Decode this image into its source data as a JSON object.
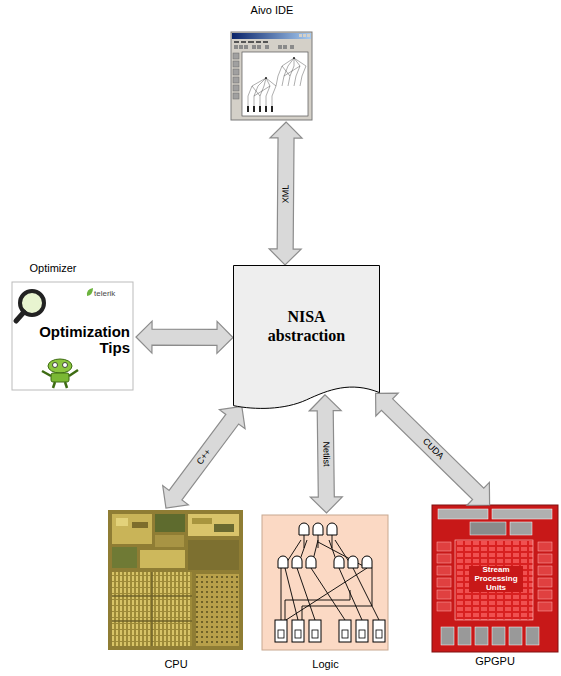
{
  "diagram": {
    "nodes": [
      {
        "text": [
          "Aivo IDE"
        ]
      },
      {
        "text": [
          "Optimizer",
          "telerik",
          "Optimization Tips"
        ]
      },
      {
        "text": [
          "NISA abstraction"
        ]
      },
      {
        "text": [
          "CPU"
        ]
      },
      {
        "text": [
          "Logic"
        ]
      },
      {
        "text": [
          "GPGPU",
          "Stream Processing Units"
        ]
      }
    ],
    "edges": [
      {
        "from": 0,
        "to": 2,
        "arrow": "both",
        "label": "XML"
      },
      {
        "from": 1,
        "to": 2,
        "arrow": "both"
      },
      {
        "from": 2,
        "to": 3,
        "arrow": "both",
        "label": "C++"
      },
      {
        "from": 2,
        "to": 4,
        "arrow": "both",
        "label": "Netlist"
      },
      {
        "from": 2,
        "to": 5,
        "arrow": "both",
        "label": "CUDA"
      }
    ]
  }
}
